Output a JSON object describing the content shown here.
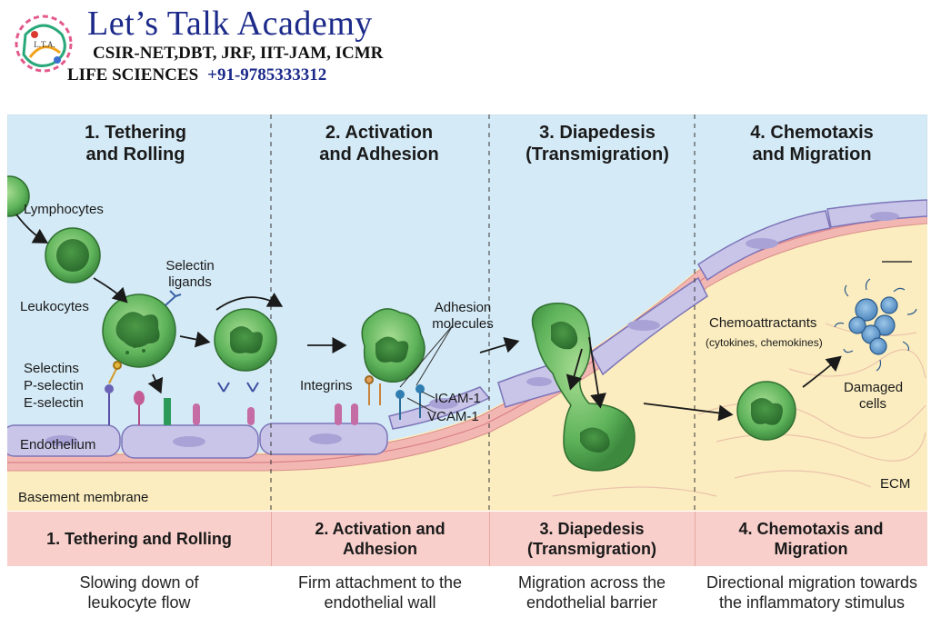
{
  "brand": {
    "title": "Let’s Talk Academy",
    "subtitle": "CSIR-NET,DBT, JRF, IIT-JAM, ICMR",
    "life_sciences": "LIFE SCIENCES",
    "phone": "+91-9785333312",
    "logo_text": "L.T.A."
  },
  "steps": [
    {
      "head_line1": "1. Tethering",
      "head_line2": "and Rolling",
      "band_line1": "1. Tethering and Rolling",
      "band_line2": "",
      "desc_line1": "Slowing down of",
      "desc_line2": "leukocyte flow"
    },
    {
      "head_line1": "2. Activation",
      "head_line2": "and Adhesion",
      "band_line1": "2. Activation and",
      "band_line2": "Adhesion",
      "desc_line1": "Firm attachment to the",
      "desc_line2": "endothelial wall"
    },
    {
      "head_line1": "3. Diapedesis",
      "head_line2": "(Transmigration)",
      "band_line1": "3. Diapedesis",
      "band_line2": "(Transmigration)",
      "desc_line1": "Migration across the",
      "desc_line2": "endothelial barrier"
    },
    {
      "head_line1": "4. Chemotaxis",
      "head_line2": "and Migration",
      "band_line1": "4. Chemotaxis and",
      "band_line2": "Migration",
      "desc_line1": "Directional migration towards",
      "desc_line2": "the inflammatory stimulus"
    }
  ],
  "labels": {
    "lymphocytes": "Lymphocytes",
    "leukocytes": "Leukocytes",
    "selectin_ligands_1": "Selectin",
    "selectin_ligands_2": "ligands",
    "selectins": "Selectins",
    "p_selectin": "P-selectin",
    "e_selectin": "E-selectin",
    "endothelium": "Endothelium",
    "basement_membrane": "Basement membrane",
    "integrins": "Integrins",
    "adhesion_1": "Adhesion",
    "adhesion_2": "molecules",
    "icam": "ICAM-1",
    "vcam": "VCAM-1",
    "chemoattractants": "Chemoattractants",
    "chemo_sub": "(cytokines, chemokines)",
    "damaged_1": "Damaged",
    "damaged_2": "cells",
    "ecm": "ECM"
  },
  "colors": {
    "lumen": "#d4eaf6",
    "tissue": "#fbedc0",
    "endothelium": "#c9c5e8",
    "basement": "#f3b7b3",
    "cell_green": "#5eb35a",
    "band": "#f8cfcb"
  }
}
